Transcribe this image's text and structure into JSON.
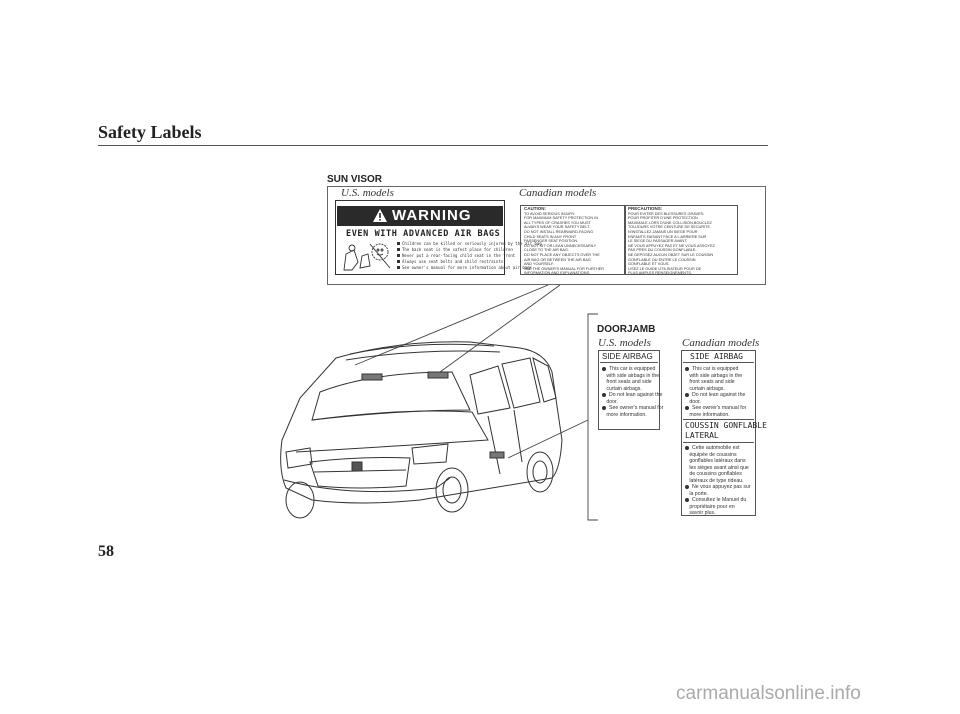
{
  "page": {
    "title": "Safety Labels",
    "number": "58",
    "watermark": "carmanualsonline.info"
  },
  "sun_visor": {
    "heading": "SUN VISOR",
    "us_caption": "U.S. models",
    "canadian_caption": "Canadian models",
    "warning_label": {
      "title": "WARNING",
      "subtitle": "EVEN WITH ADVANCED AIR BAGS",
      "lines": [
        "Children can be killed or seriously injured by the air bag",
        "The back seat is the safest place for children",
        "Never put a rear-facing child seat in the front",
        "Always use seat belts and child restraints",
        "See owner's manual for more information about air bags"
      ]
    },
    "caution_label": {
      "heading": "CAUTION:",
      "lines": [
        "TO AVOID SERIOUS INJURY:",
        "FOR MAXIMUM SAFETY PROTECTION IN",
        "ALL TYPES OF CRASHES YOU MUST",
        "ALWAYS WEAR YOUR SAFETY BELT.",
        "DO NOT INSTALL REARWARD-FACING",
        "CHILD SEATS IN ANY FRONT",
        "PASSENGER SEAT POSITION.",
        "DO NOT SIT OR LEAN UNNECESSARILY",
        "CLOSE TO THE AIR BAG.",
        "DO NOT PLACE ANY OBJECTS OVER THE",
        "AIR BAG OR BETWEEN THE AIR BAG",
        "AND YOURSELF.",
        "SEE THE OWNER'S MANUAL FOR FURTHER",
        "INFORMATION AND EXPLANATIONS."
      ]
    },
    "precautions_label": {
      "heading": "PRECAUTIONS:",
      "lines": [
        "POUR EVITER DES BLESSURES GRAVES:",
        "POUR PROFITER D'UNE PROTECTION",
        "MAXIMALE LORS D'UNE COLLISION,BOUCLEZ",
        "TOUJOURS VOTRE CEINTURE DE SECURITE.",
        "N'INSTALLEZ JAMAIS UN SIEGE POUR",
        "ENFANTS FAISANT FACE A L'ARRIERE SUR",
        "LE SIEGE DU PASSAGER AVANT.",
        "NE VOUS APPUYEZ PAS ET NE VOUS ASSOYEZ",
        "PAS PRES DU COUSSIN GONFLABLE.",
        "NE DEPOSEZ AUCUN OBJET SUR LE COUSSIN",
        "GONFLABLE OU ENTRE LE COUSSIN",
        "GONFLABLE ET VOUS.",
        "LISEZ LE GUIDE UTILISATEUR POUR DE",
        "PLUS AMPLES RENSEIGNEMENTS."
      ]
    }
  },
  "doorjamb": {
    "heading": "DOORJAMB",
    "us_caption": "U.S. models",
    "canadian_caption": "Canadian models",
    "us_label": {
      "title": "SIDE AIRBAG",
      "bullets": [
        [
          "This car is equipped",
          "with side airbags in the",
          "front seats and side",
          "curtain airbags."
        ],
        [
          "Do not lean against the",
          "door."
        ],
        [
          "See owner's manual for",
          "more information."
        ]
      ]
    },
    "canadian_label": {
      "title_en": "SIDE AIRBAG",
      "bullets_en": [
        [
          "This car is equipped",
          "with side airbags in the",
          "front seats and side",
          "curtain airbags."
        ],
        [
          "Do not lean against the",
          "door."
        ],
        [
          "See owner's manual for",
          "more information."
        ]
      ],
      "title_fr_1": "COUSSIN GONFLABLE",
      "title_fr_2": "LATERAL",
      "bullets_fr": [
        [
          "Cette automobile est",
          "équipée de coussins",
          "gonflables latéraux dans",
          "les sièges avant ainsi que",
          "de coussins gonflables",
          "latéraux de type rideau."
        ],
        [
          "Ne vous appuyez pas sur",
          "la porte."
        ],
        [
          "Consultez le Manuel du",
          "propriétaire pour en",
          "savoir plus."
        ]
      ]
    }
  }
}
